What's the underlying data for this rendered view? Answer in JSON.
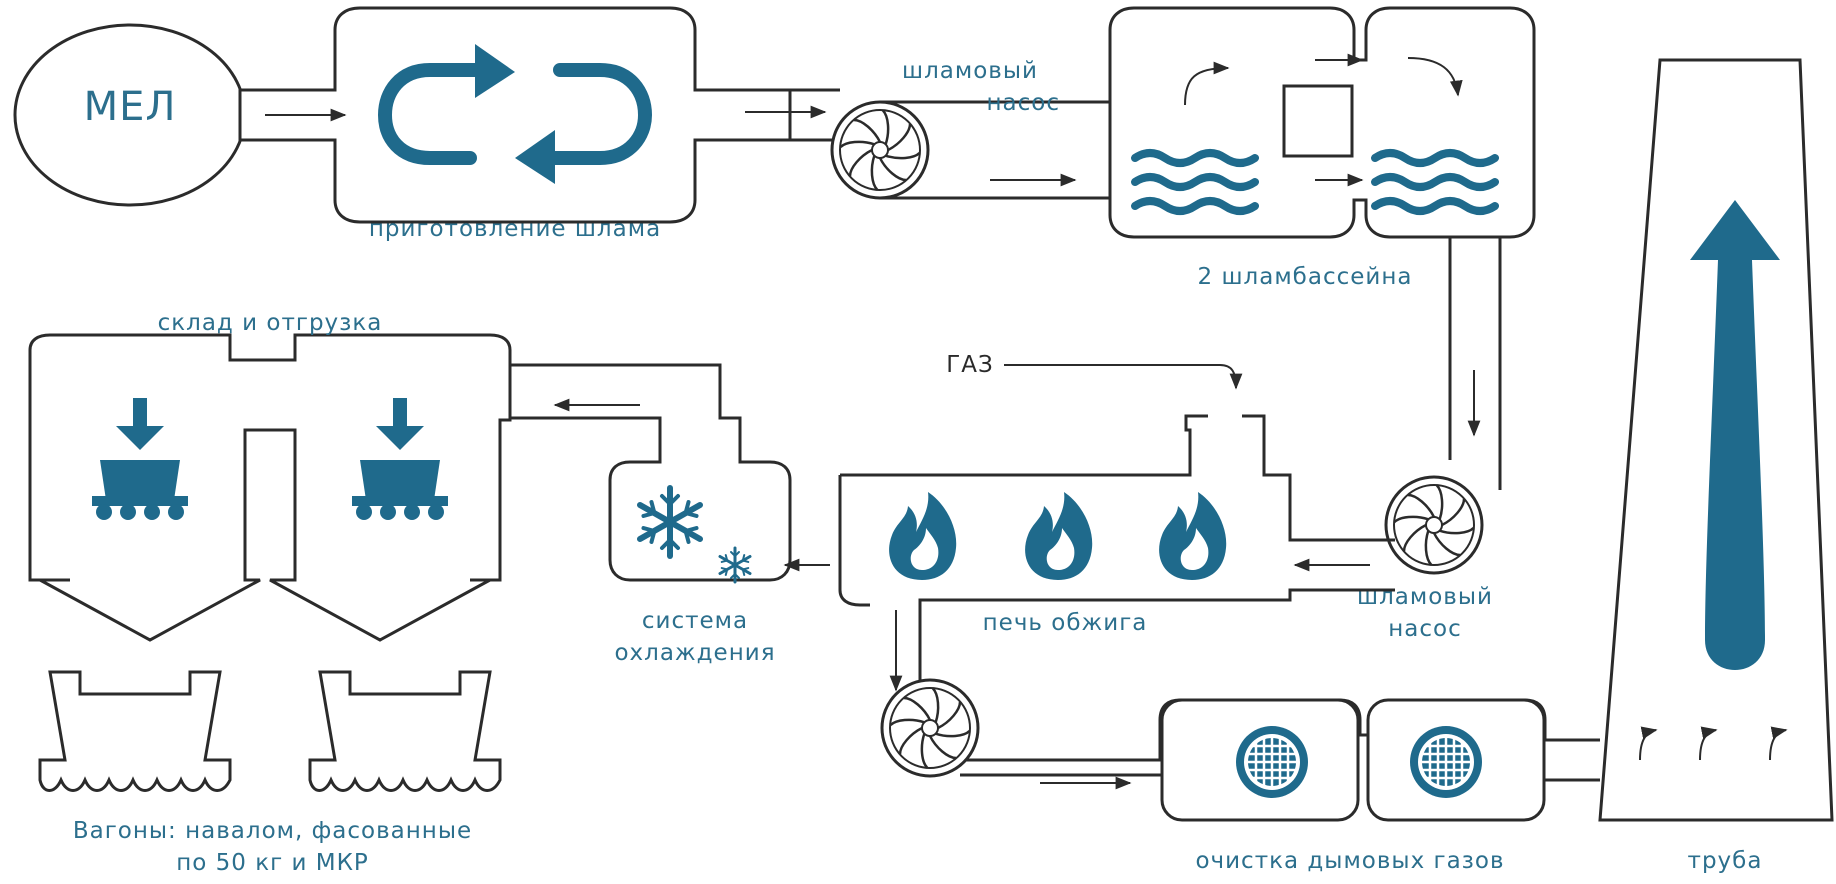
{
  "labels": {
    "chalk": "МЕЛ",
    "slurry_prep": "приготовление шлама",
    "slurry_pump_top_line1": "шламовый",
    "slurry_pump_top_line2": "насос",
    "slurry_pools": "2 шламбассейна",
    "warehouse": "склад и отгрузка",
    "gas": "ГАЗ",
    "cooling_line1": "система",
    "cooling_line2": "охлаждения",
    "kiln": "печь обжига",
    "slurry_pump_right_line1": "шламовый",
    "slurry_pump_right_line2": "насос",
    "wagons_line1": "Вагоны: навалом, фасованные",
    "wagons_line2": "по 50 кг и МКР",
    "gas_cleaning": "очистка дымовых газов",
    "chimney": "труба"
  },
  "colors": {
    "outline": "#2b2b2b",
    "accent": "#1f6a8c",
    "label": "#2c6f8d"
  },
  "icons": {
    "slurry_prep": "recycle-arrows-icon",
    "pumps": "fan-icon",
    "pools": "water-waves-icon",
    "kiln": "flame-icon",
    "cooling": "snowflake-icon",
    "gas_cleaning": "filter-grid-icon",
    "warehouse": "down-arrow-wagon-icon",
    "chimney": "up-arrow-icon"
  }
}
